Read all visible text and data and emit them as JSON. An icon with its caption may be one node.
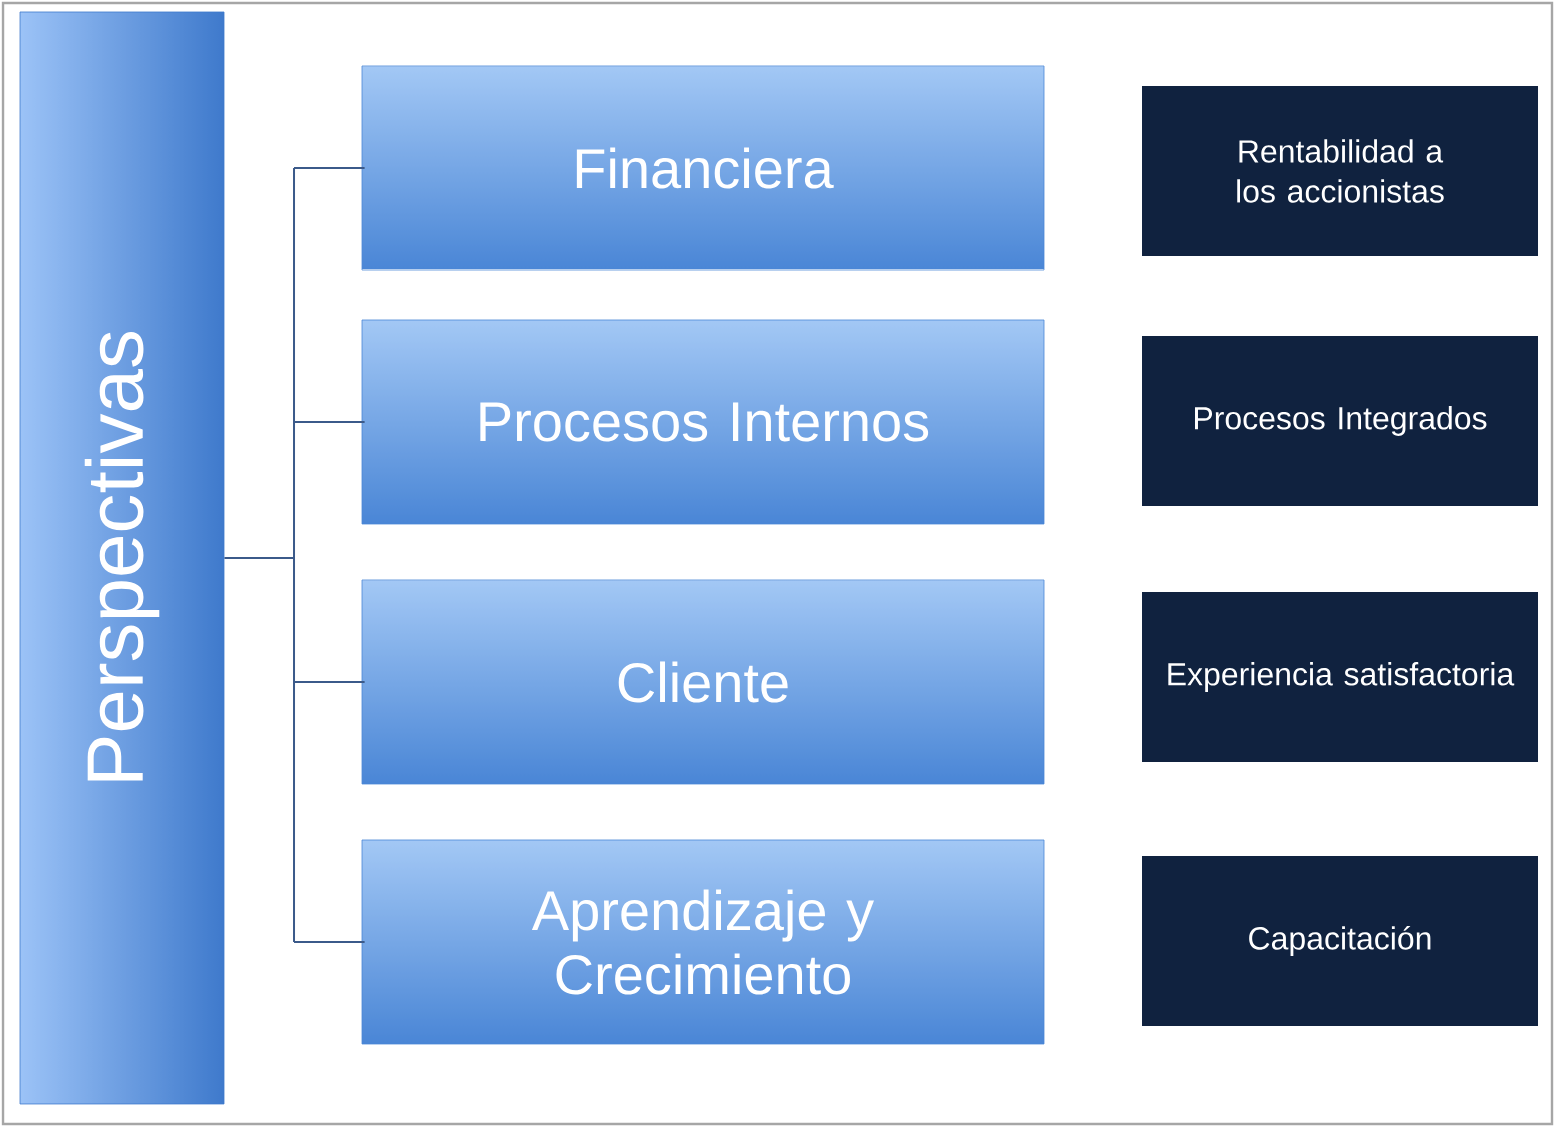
{
  "diagram": {
    "nodes": [
      {
        "text": [
          "Perspectivas"
        ]
      },
      {
        "text": [
          "Financiera"
        ]
      },
      {
        "text": [
          "Procesos Internos"
        ]
      },
      {
        "text": [
          "Cliente"
        ]
      },
      {
        "text": [
          "Aprendizaje y Crecimiento"
        ]
      },
      {
        "text": [
          "Rentabilidad a los accionistas"
        ]
      },
      {
        "text": [
          "Procesos Integrados"
        ]
      },
      {
        "text": [
          "Experiencia satisfactoria"
        ]
      },
      {
        "text": [
          "Capacitación"
        ]
      }
    ],
    "edges": [
      {
        "from": 0,
        "to": 1,
        "arrow": "none"
      },
      {
        "from": 0,
        "to": 2,
        "arrow": "none"
      },
      {
        "from": 0,
        "to": 3,
        "arrow": "none"
      },
      {
        "from": 0,
        "to": 4,
        "arrow": "none"
      }
    ]
  }
}
